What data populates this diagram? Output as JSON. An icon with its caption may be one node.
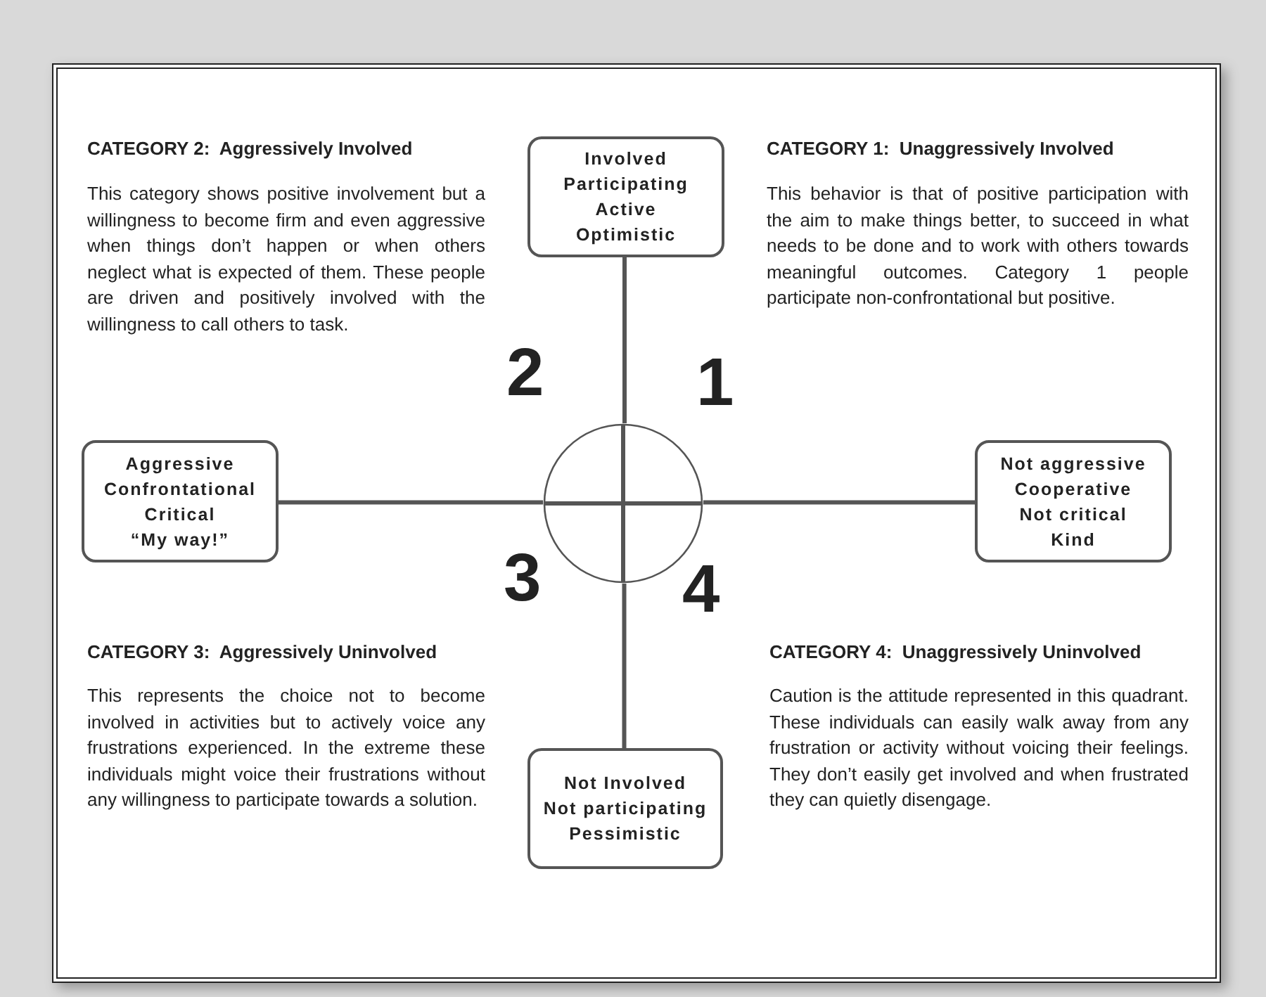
{
  "diagram": {
    "nodes": [
      {
        "text": [
          "Involved",
          "Participating",
          "Active",
          "Optimistic"
        ]
      },
      {
        "text": [
          "Aggressive",
          "Confrontational",
          "Critical",
          "“My way!”"
        ]
      },
      {
        "text": [
          "Not aggressive",
          "Cooperative",
          "Not critical",
          "Kind"
        ]
      },
      {
        "text": [
          "Not Involved",
          "Not participating",
          "Pessimistic"
        ]
      },
      {
        "text": [],
        "shape": "circle"
      }
    ],
    "edges": [
      {
        "from": 0,
        "to": 4,
        "arrow": "none"
      },
      {
        "from": 4,
        "to": 3,
        "arrow": "none"
      },
      {
        "from": 1,
        "to": 4,
        "arrow": "none"
      },
      {
        "from": 4,
        "to": 2,
        "arrow": "none"
      }
    ],
    "labels": [
      "CATEGORY 2:  Aggressively Involved",
      "This category shows positive involvement but a willingness to become firm and even aggressive when things don’t happen or when others neglect what is expected of them. These people are driven and positively involved with the willingness to call others to task.",
      "CATEGORY 1:  Unaggressively Involved",
      "This behavior is that of positive participation with the aim to make things better, to succeed in what needs to be done and to work with others towards meaningful outcomes. Category 1 people participate non-confrontational but positive.",
      "2",
      "1",
      "3",
      "4",
      "CATEGORY 3:  Aggressively Uninvolved",
      "This represents the choice not to become involved in activities but to actively voice any frustrations experienced. In the extreme these individuals might voice their frustrations without any willingness to participate towards a solution.",
      "CATEGORY 4:  Unaggressively Uninvolved",
      "Caution is the attitude represented in this quadrant. These individuals can easily walk away from any frustration or activity without voicing their feelings. They don’t easily get involved and when frustrated they can quietly disengage."
    ]
  }
}
